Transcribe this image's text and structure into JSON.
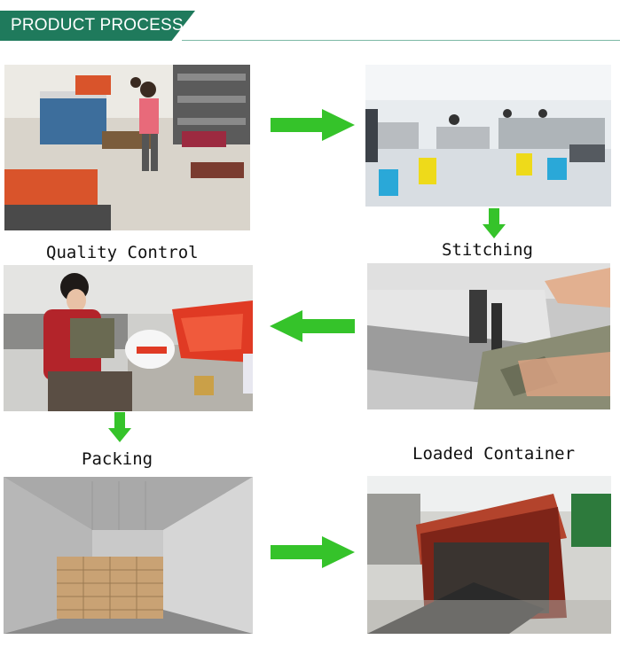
{
  "header": {
    "title": "PRODUCT PROCESS"
  },
  "steps": [
    {
      "label": "Quality Control",
      "icon": "cutting-machine-photo"
    },
    {
      "label": "Stitching",
      "icon": "sewing-workshop-photo"
    },
    {
      "label": "",
      "icon": "sewing-needle-closeup-photo"
    },
    {
      "label": "Packing",
      "icon": "packing-worker-photo"
    },
    {
      "label": "",
      "icon": "boxes-in-container-photo"
    },
    {
      "label": "Loaded Container",
      "icon": "loaded-truck-photo"
    }
  ],
  "colors": {
    "header": "#1f7a5c",
    "arrow": "#35c32a"
  }
}
